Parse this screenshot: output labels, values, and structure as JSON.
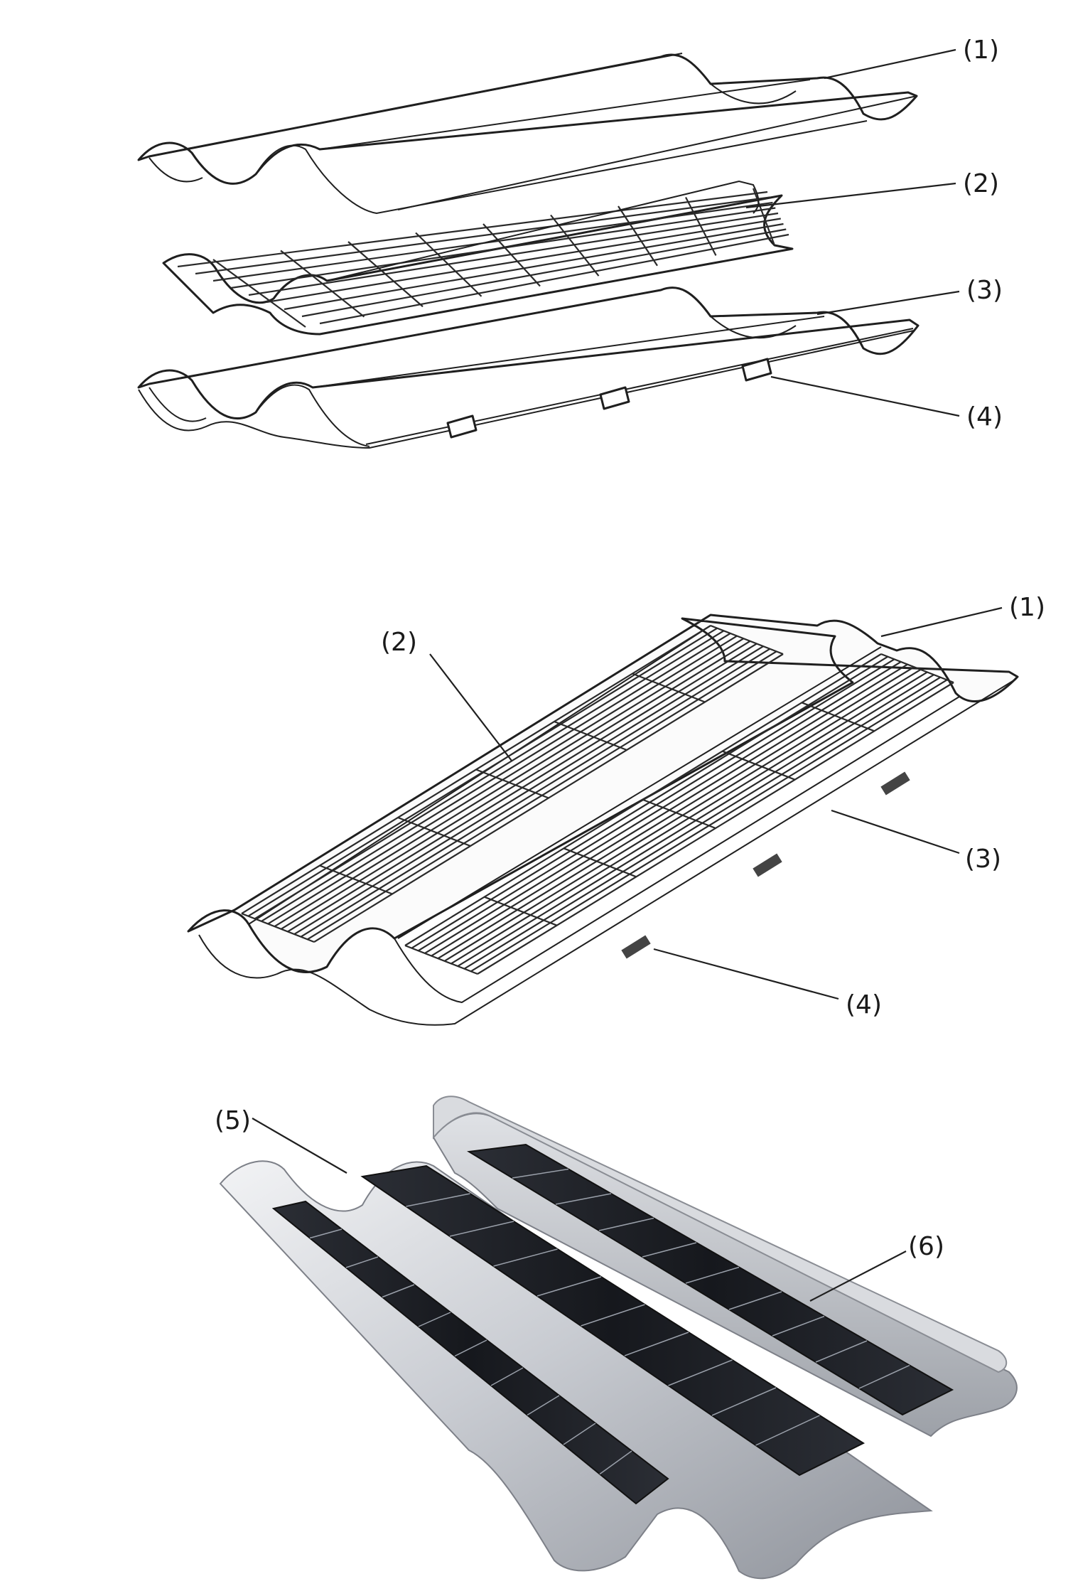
{
  "diagram": {
    "views": [
      {
        "name": "exploded-view",
        "labels": [
          "(1)",
          "(2)",
          "(3)",
          "(4)"
        ]
      },
      {
        "name": "assembled-view",
        "labels": [
          "(1)",
          "(2)",
          "(3)",
          "(4)"
        ]
      },
      {
        "name": "product-photo",
        "labels": [
          "(5)",
          "(6)"
        ]
      }
    ],
    "colors": {
      "line": "#1f1f1f",
      "panel": "#1c1e24",
      "metal_light": "#e6e7ea",
      "metal_mid": "#b9bcc2",
      "metal_dark": "#8d9098"
    }
  }
}
